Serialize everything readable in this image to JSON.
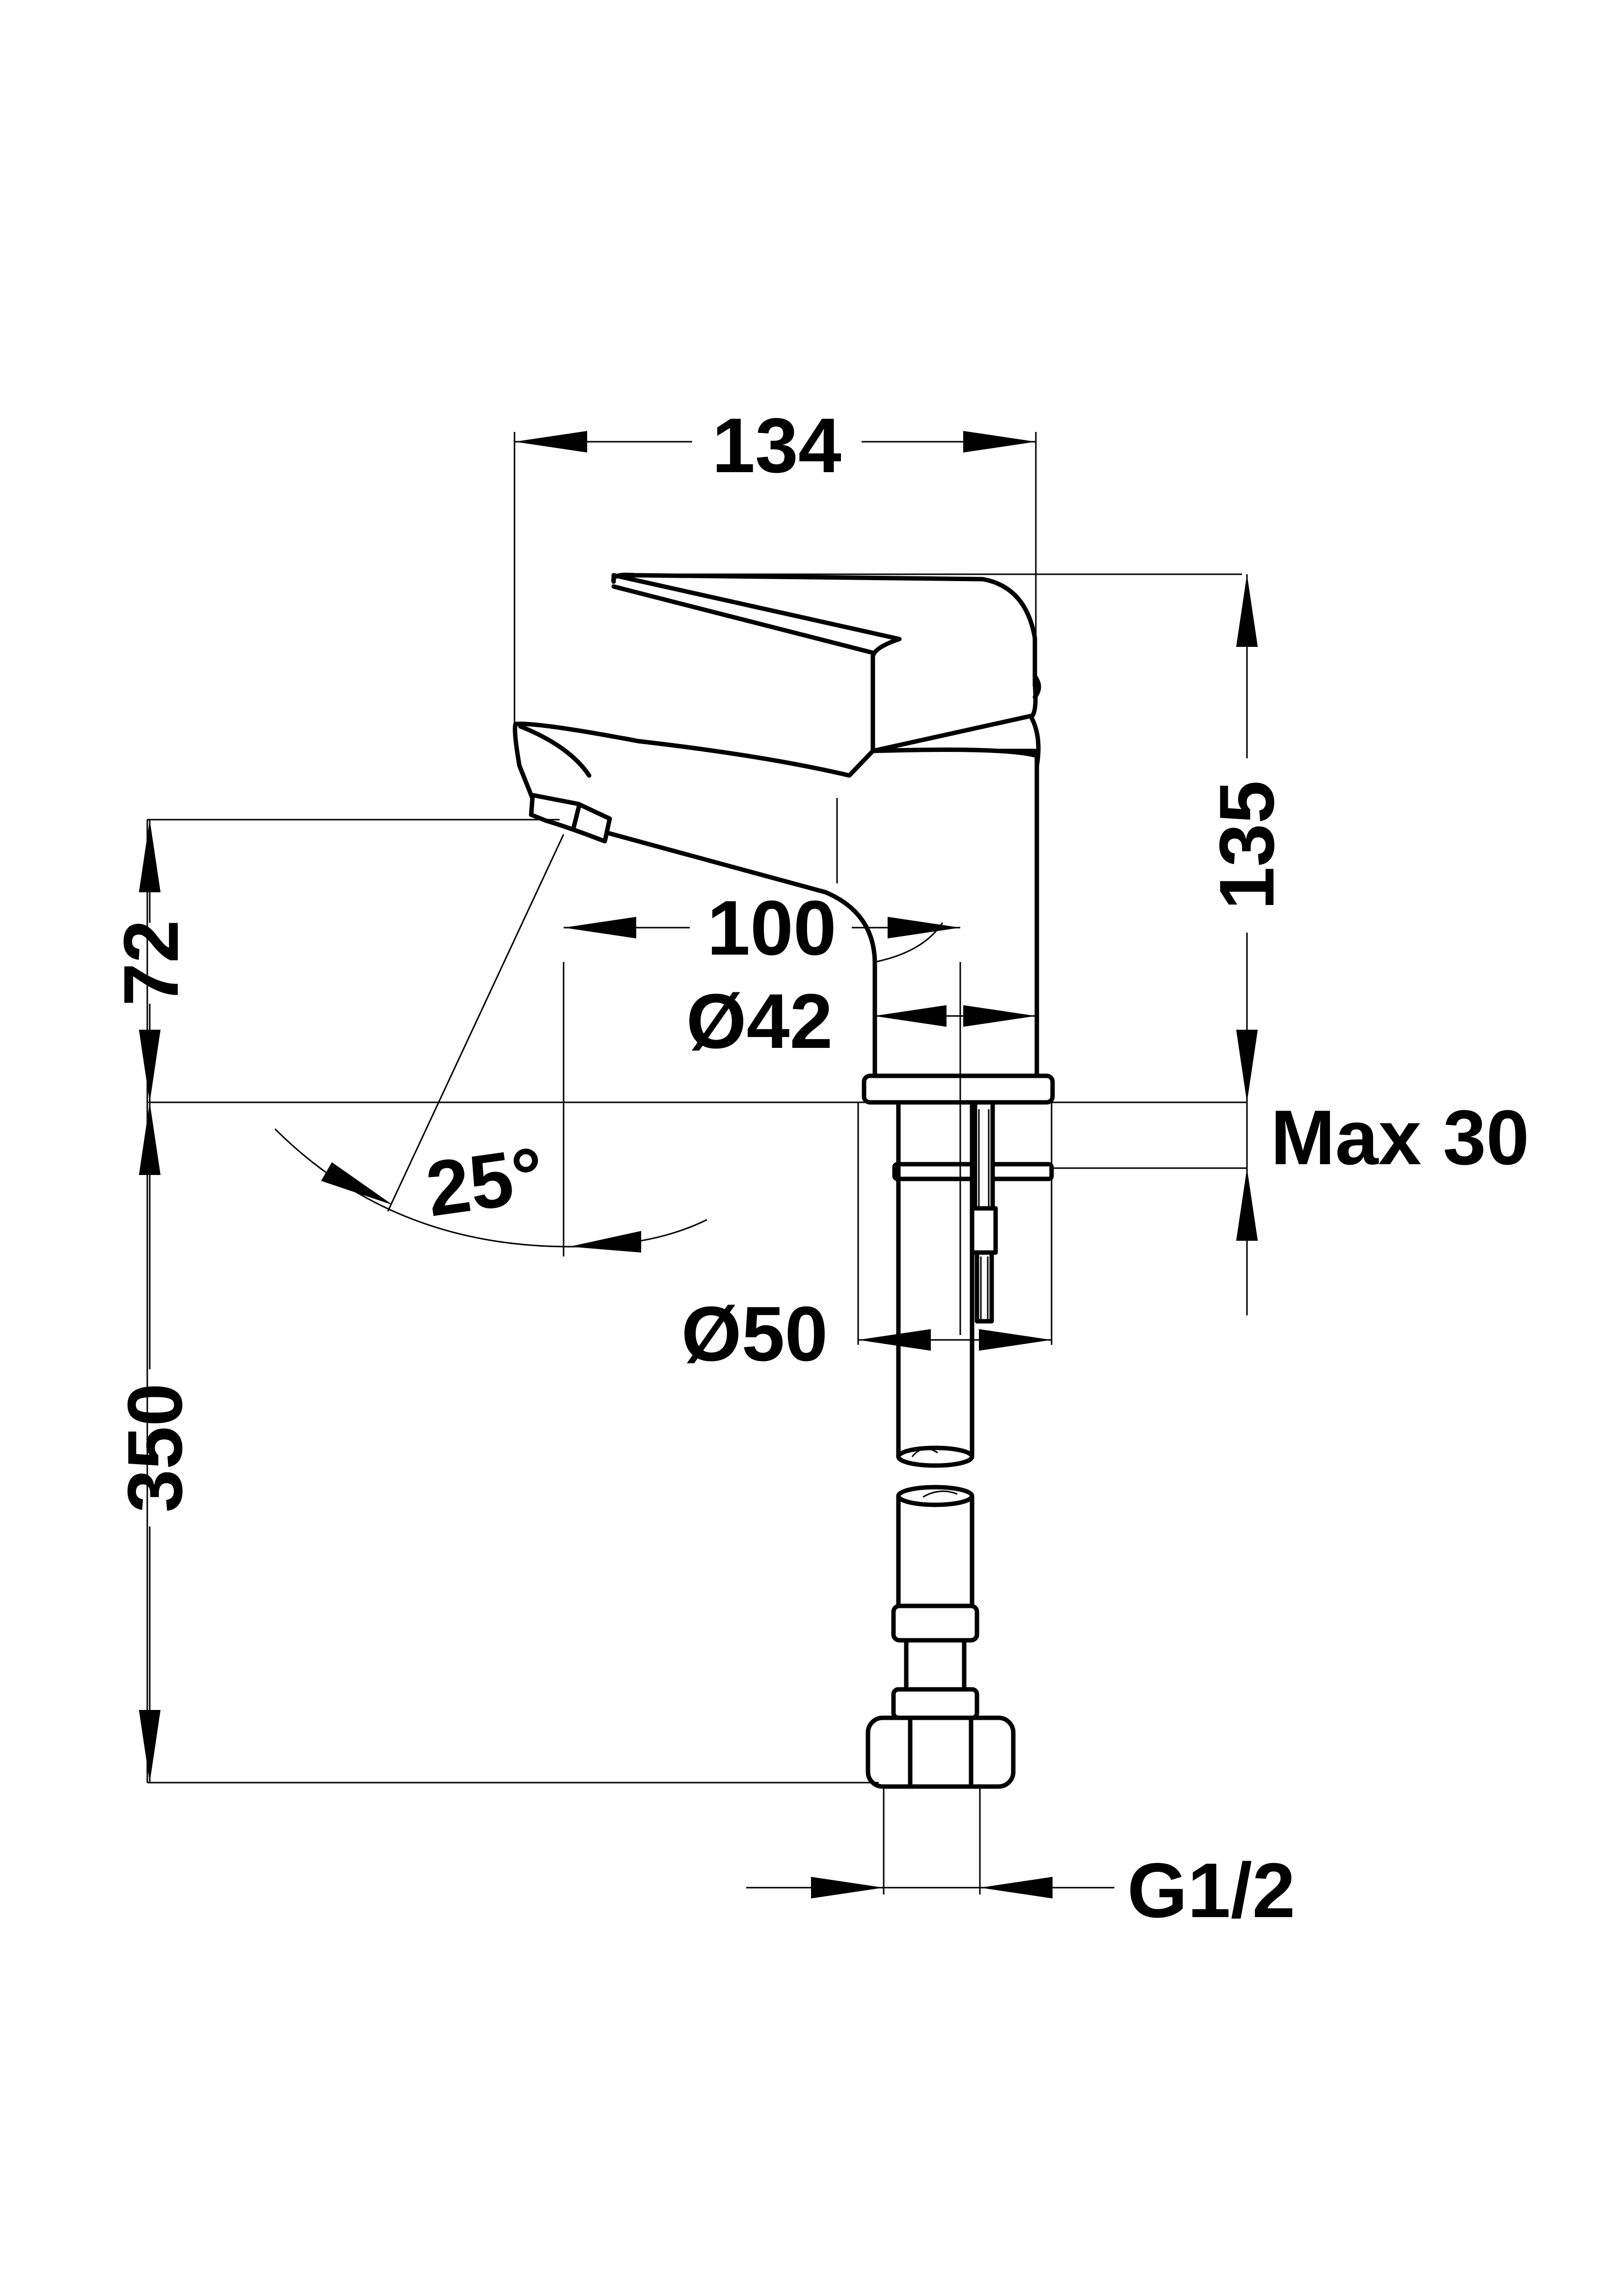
{
  "dimensions": {
    "overall_width": "134",
    "overall_height": "135",
    "spout_height": "72",
    "spout_reach": "100",
    "body_diameter": "Ø42",
    "deck_thickness": "Max 30",
    "hole_diameter": "Ø50",
    "hose_length": "350",
    "handle_angle": "25°",
    "connection_thread": "G1/2"
  },
  "colors": {
    "line": "#000000",
    "background": "#ffffff"
  }
}
